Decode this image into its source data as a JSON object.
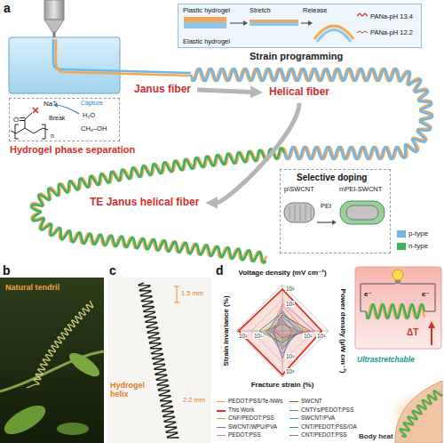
{
  "diagram": {
    "nodes": [
      {
        "text": [
          "Strain programming",
          "Plastic hydrogel",
          "Elastic hydrogel",
          "Stretch",
          "Release",
          "PANa-pH 13.4",
          "PANa-pH 12.2"
        ]
      },
      {
        "text": [
          "Janus fiber"
        ]
      },
      {
        "text": [
          "Helical fiber"
        ]
      },
      {
        "text": [
          "Hydrogel phase separation",
          "Na⁺",
          "Break",
          "Capture",
          "O",
          "H₂O",
          "CH₃–OH",
          "n"
        ]
      },
      {
        "text": [
          "TE Janus helical fiber"
        ]
      },
      {
        "text": [
          "Selective doping",
          "p\\SWCNT",
          "PEI",
          "n\\PEI-SWCNT"
        ]
      }
    ],
    "edges": [
      {
        "from": 1,
        "to": 2,
        "arrow": "to"
      },
      {
        "from": 2,
        "to": 4,
        "arrow": "to"
      }
    ],
    "labels": [
      "a",
      "b",
      "Natural tendril",
      "c",
      "Hydrogel helix",
      "1.5 mm",
      "2.2 mm",
      "d",
      "Voltage density (mV cm⁻²)",
      "10²",
      "10¹",
      "Power density (μW cm⁻²)",
      "10²",
      "10¹",
      "Fracture strain (%)",
      "10³",
      "10²",
      "Strain invariance (%)",
      "10²",
      "10¹",
      "e⁻",
      "e⁻",
      "ΔT",
      "Ultrastretchable",
      "Body heat"
    ],
    "legend": [
      {
        "text": "p-type",
        "color": "#6fb7e6"
      },
      {
        "text": "n-type",
        "color": "#3db25c"
      },
      {
        "text": "PEDOT:PSS/Te-NWs"
      },
      {
        "text": "SWCNT"
      },
      {
        "text": "This Work"
      },
      {
        "text": "CNTYs/PEDOT:PSS"
      },
      {
        "text": "CNF/PEDOT:PSS"
      },
      {
        "text": "SWCNT/PVA"
      },
      {
        "text": "SWCNT/WPU/PVA"
      },
      {
        "text": "CNT/PEDOT:PSS/OA"
      },
      {
        "text": "PEDOT:PSS"
      },
      {
        "text": "CNT/PEDOT:PSS"
      }
    ]
  }
}
